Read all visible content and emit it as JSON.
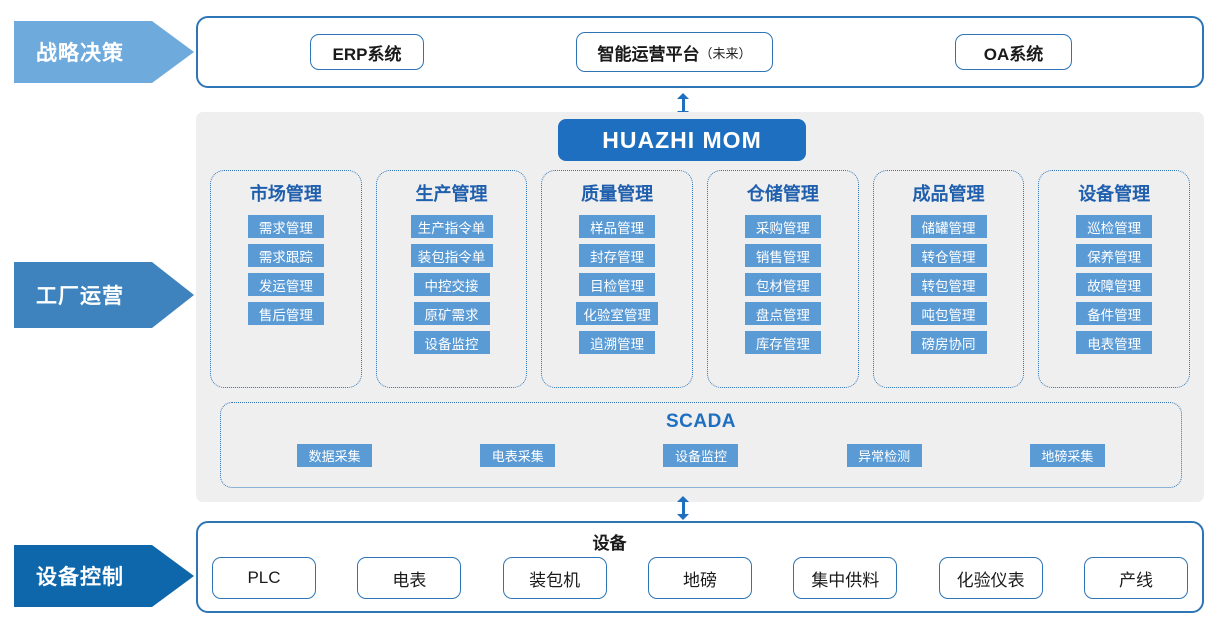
{
  "tiers": [
    {
      "label": "战略决策",
      "color": "#6FAADC"
    },
    {
      "label": "工厂运营",
      "color": "#3E83BE"
    },
    {
      "label": "设备控制",
      "color": "#0F67AB"
    }
  ],
  "strategy": {
    "systems": [
      {
        "name": "ERP系统",
        "suffix": ""
      },
      {
        "name": "智能运营平台",
        "suffix": "（未来）"
      },
      {
        "name": "OA系统",
        "suffix": ""
      }
    ]
  },
  "platform": {
    "banner": "HUAZHI  MOM"
  },
  "groups": [
    {
      "title": "市场管理",
      "items": [
        "需求管理",
        "需求跟踪",
        "发运管理",
        "售后管理"
      ]
    },
    {
      "title": "生产管理",
      "items": [
        "生产指令单",
        "装包指令单",
        "中控交接",
        "原矿需求",
        "设备监控"
      ]
    },
    {
      "title": "质量管理",
      "items": [
        "样品管理",
        "封存管理",
        "目检管理",
        "化验室管理",
        "追溯管理"
      ]
    },
    {
      "title": "仓储管理",
      "items": [
        "采购管理",
        "销售管理",
        "包材管理",
        "盘点管理",
        "库存管理"
      ]
    },
    {
      "title": "成品管理",
      "items": [
        "储罐管理",
        "转仓管理",
        "转包管理",
        "吨包管理",
        "磅房协同"
      ]
    },
    {
      "title": "设备管理",
      "items": [
        "巡检管理",
        "保养管理",
        "故障管理",
        "备件管理",
        "电表管理"
      ]
    }
  ],
  "scada": {
    "title": "SCADA",
    "items": [
      "数据采集",
      "电表采集",
      "设备监控",
      "异常检测",
      "地磅采集"
    ]
  },
  "device": {
    "title": "设备",
    "items": [
      "PLC",
      "电表",
      "装包机",
      "地磅",
      "集中供料",
      "化验仪表",
      "产线"
    ]
  },
  "colors": {
    "accent": "#2E75B6",
    "module": "#5B9BD5",
    "banner": "#1F6FC0",
    "panel": "#EFEFEF",
    "heading": "#1F5FAD"
  }
}
